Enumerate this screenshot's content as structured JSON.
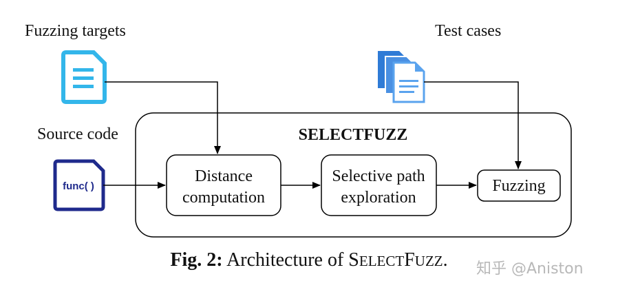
{
  "inputs": {
    "fuzzing_targets_label": "Fuzzing targets",
    "test_cases_label": "Test cases",
    "source_code_label": "Source code",
    "source_code_icon_text": "func( )"
  },
  "system": {
    "title": "SELECTFUZZ",
    "stages": [
      {
        "line1": "Distance",
        "line2": "computation"
      },
      {
        "line1": "Selective path",
        "line2": "exploration"
      },
      {
        "line1": "Fuzzing"
      }
    ]
  },
  "caption": {
    "label": "Fig. 2:",
    "text_prefix": "Architecture of S",
    "text_small1": "ELECT",
    "text_mid": "F",
    "text_small2": "UZZ",
    "text_suffix": "."
  },
  "watermark": "知乎 @Aniston",
  "colors": {
    "doc_icon": "#33b6ea",
    "stack_icon_back": "#2f7bd6",
    "stack_icon_front": "#5aa3ee",
    "code_icon": "#1f2a8c",
    "line": "#000000"
  }
}
